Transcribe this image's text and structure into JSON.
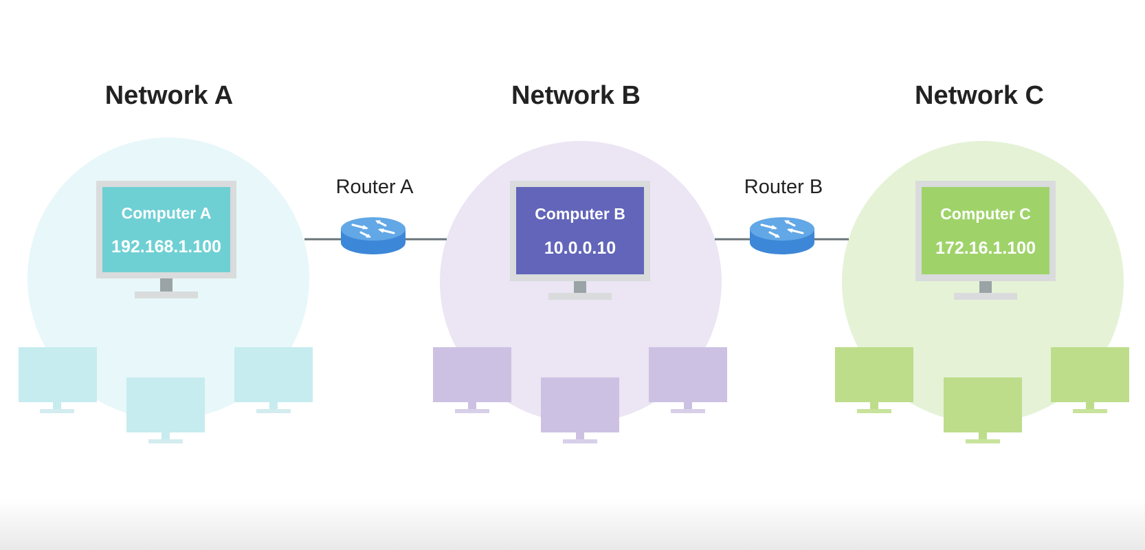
{
  "networks": [
    {
      "title": "Network A",
      "computer": {
        "name": "Computer A",
        "ip": "192.168.1.100"
      },
      "colors": {
        "circle": "#e8f7f9",
        "screen": "#6fd0d4",
        "small": "#c6ecef",
        "stand": "#d3ecef"
      }
    },
    {
      "title": "Network B",
      "computer": {
        "name": "Computer B",
        "ip": "10.0.0.10"
      },
      "colors": {
        "circle": "#ebe5f4",
        "screen": "#6265b9",
        "small": "#cdc1e3",
        "stand": "#d8cfe9"
      }
    },
    {
      "title": "Network C",
      "computer": {
        "name": "Computer C",
        "ip": "172.16.1.100"
      },
      "colors": {
        "circle": "#e5f2d6",
        "screen": "#9fd36a",
        "small": "#bddd8b",
        "stand": "#c8e39c"
      }
    }
  ],
  "routers": [
    {
      "label": "Router A",
      "icon": "router-icon"
    },
    {
      "label": "Router B",
      "icon": "router-icon"
    }
  ],
  "colors": {
    "monitor_bezel": "#d9dbdc",
    "monitor_stand": "#9aa3a5",
    "link_line": "#6b7479",
    "router_top": "#62a7e6",
    "router_body": "#3d87d8"
  }
}
